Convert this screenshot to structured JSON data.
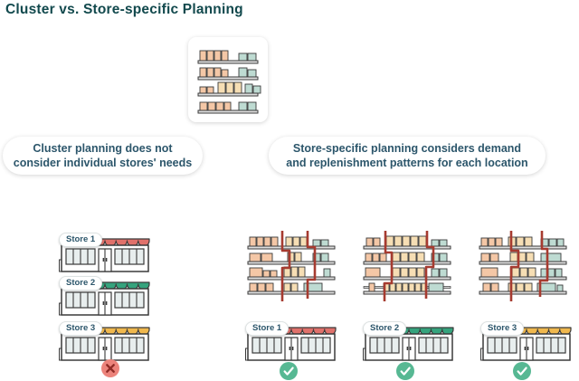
{
  "title": "Cluster vs. Store-specific Planning",
  "central_card": {
    "icon": "store-shelves-icon"
  },
  "bubbles": {
    "cluster": "Cluster planning does not\nconsider individual stores' needs",
    "store_specific": "Store-specific planning considers demand\nand replenishment patterns for each location"
  },
  "cluster_section": {
    "status_icon": "cross-icon",
    "stores": [
      {
        "label": "Store 1",
        "awning_color": "#e0716b"
      },
      {
        "label": "Store 2",
        "awning_color": "#35a37d"
      },
      {
        "label": "Store 3",
        "awning_color": "#f0b84e"
      }
    ]
  },
  "store_specific_section": {
    "status_icon": "check-icon",
    "columns": [
      {
        "label": "Store 1",
        "awning_color": "#e0716b",
        "icon": "planogram-route-icon"
      },
      {
        "label": "Store 2",
        "awning_color": "#35a37d",
        "icon": "planogram-route-icon"
      },
      {
        "label": "Store 3",
        "awning_color": "#f0b84e",
        "icon": "planogram-route-icon"
      }
    ]
  },
  "colors": {
    "title": "#12494d",
    "bubble_text": "#2c566b",
    "label_text": "#2c566b",
    "awning_red": "#e0716b",
    "awning_green": "#35a37d",
    "awning_yellow": "#f0b84e",
    "box_peach": "#f4c7a6",
    "box_tan": "#f6deb4",
    "box_teal": "#bedbd2",
    "shelf_bar": "#dedede",
    "outline": "#3a3a3a",
    "route_line": "#a63b30",
    "cross_bg": "#ec837b",
    "cross_glyph": "#8f2b26",
    "check_bg": "#57b893",
    "check_glyph": "#ffffff"
  }
}
